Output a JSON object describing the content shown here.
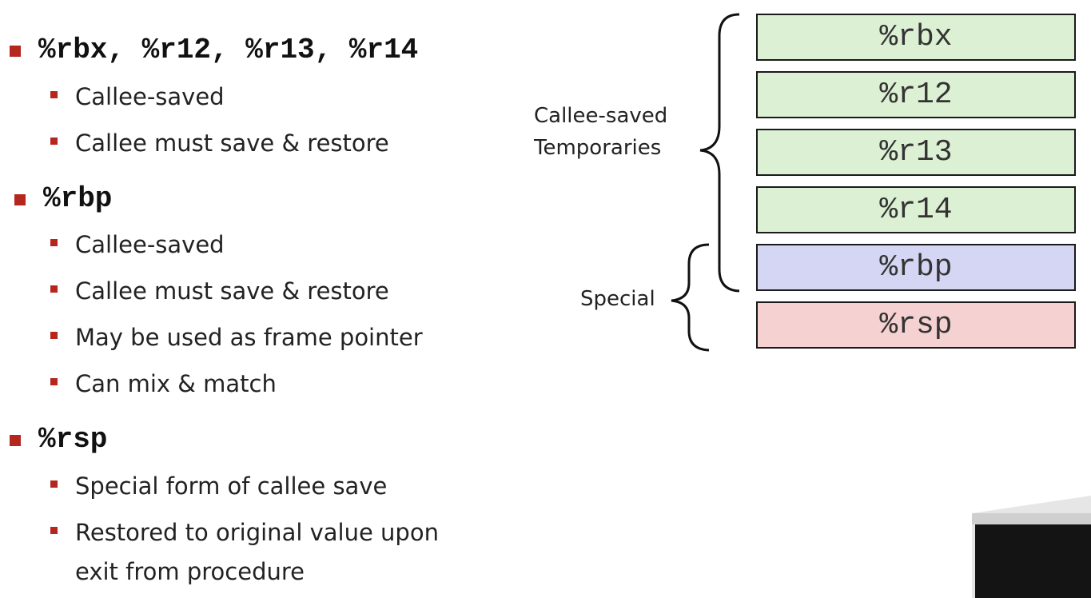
{
  "sections": [
    {
      "title": "%rbx, %r12, %r13, %r14",
      "items": [
        "Callee-saved",
        "Callee must save & restore"
      ]
    },
    {
      "title": "%rbp",
      "items": [
        "Callee-saved",
        "Callee must save & restore",
        "May be used as frame pointer",
        "Can mix & match"
      ]
    },
    {
      "title": "%rsp",
      "items": [
        "Special form of callee save",
        "Restored to original value upon",
        "exit from procedure"
      ]
    }
  ],
  "diagram": {
    "registers": [
      {
        "name": "%rbx",
        "color": "#dcf0d4"
      },
      {
        "name": "%r12",
        "color": "#dcf0d4"
      },
      {
        "name": "%r13",
        "color": "#dcf0d4"
      },
      {
        "name": "%r14",
        "color": "#dcf0d4"
      },
      {
        "name": "%rbp",
        "color": "#d4d6f4"
      },
      {
        "name": "%rsp",
        "color": "#f6d1d1"
      }
    ],
    "brace_labels": {
      "callee_saved_line1": "Callee-saved",
      "callee_saved_line2": "Temporaries",
      "special": "Special"
    }
  },
  "colors": {
    "bullet": "#b5261e"
  }
}
